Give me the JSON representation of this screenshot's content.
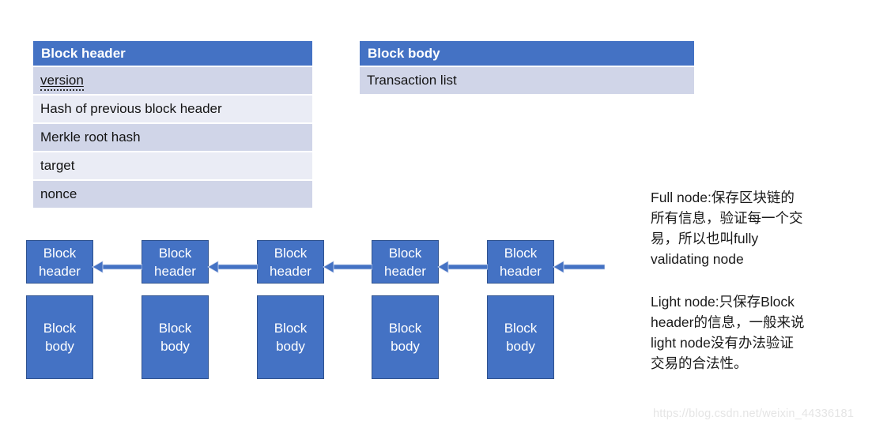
{
  "tables": {
    "block_header": {
      "title": "Block header",
      "rows": [
        "version",
        "Hash of previous block header",
        "Merkle root hash",
        "target",
        "nonce"
      ]
    },
    "block_body": {
      "title": "Block body",
      "rows": [
        "Transaction list"
      ]
    }
  },
  "chain": {
    "header_label": "Block header",
    "body_label": "Block body"
  },
  "notes": {
    "full_node": "Full node:保存区块链的\n所有信息，验证每一个交\n易，所以也叫fully\nvalidating node",
    "light_node": "Light node:只保存Block\nheader的信息，一般来说\nlight node没有办法验证\n交易的合法性。"
  },
  "watermark": "https://blog.csdn.net/weixin_44336181",
  "colors": {
    "accent_blue": "#4472C4",
    "box_border": "#2F528F",
    "row_dark": "#D0D5E8",
    "row_light": "#EAECF5",
    "watermark_gray": "#E5E5E5"
  }
}
